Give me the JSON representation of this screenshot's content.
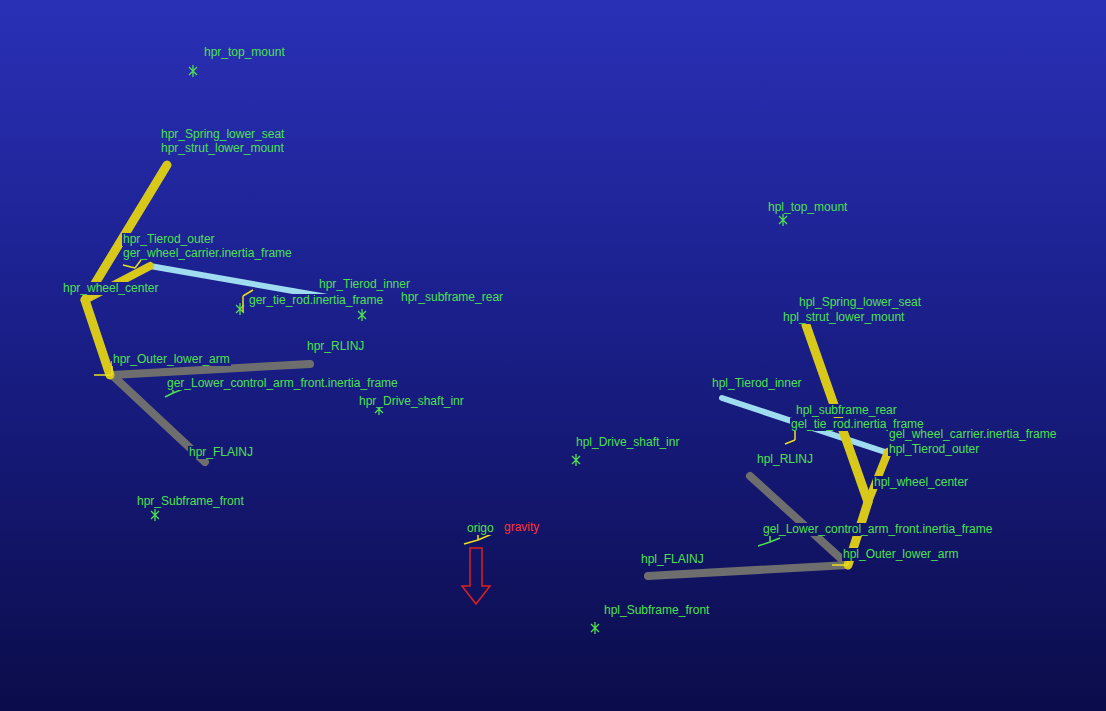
{
  "diagram": {
    "labels": [
      "hpr_top_mount",
      "hpr_strut_lower_mount",
      "hpr_Spring_lower_seat",
      "ger_wheel_carrier.inertia_frame",
      "hpr_Tierod_outer",
      "hpr_wheel_center",
      "hpr_Tierod_inner",
      "ger_tie_rod.inertia_frame",
      "hpr_subframe_rear",
      "hpr_Outer_lower_arm",
      "hpr_RLINJ",
      "ger_Lower_control_arm_front.inertia_frame",
      "hpr_Drive_shaft_inr",
      "hpr_FLAINJ",
      "hpr_Subframe_front",
      "origo",
      "gravity",
      "hpl_top_mount",
      "hpl_Spring_lower_seat",
      "hpl_strut_lower_mount",
      "hpl_Tierod_inner",
      "hpl_subframe_rear",
      "gel_tie_rod.inertia_frame",
      "gel_wheel_carrier.inertia_frame",
      "hpl_Tierod_outer",
      "hpl_wheel_center",
      "hpl_RLINJ",
      "hpl_Drive_shaft_inr",
      "gel_Lower_control_arm_front.inertia_frame",
      "hpl_Outer_lower_arm",
      "hpl_FLAINJ",
      "hpl_Subframe_front"
    ]
  }
}
